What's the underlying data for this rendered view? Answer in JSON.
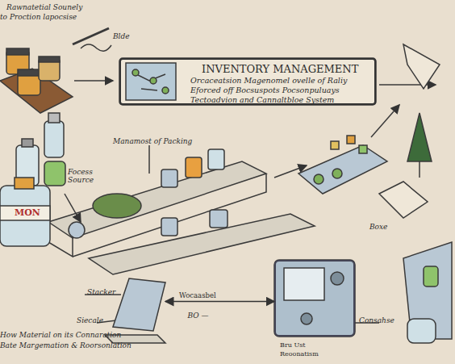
{
  "diagram": {
    "nodes": [
      {
        "text": [
          "INVENTORY MANAGEMENT",
          "Orcaceatsion Magenomel ovelle of Raliy Eforced off Bocsuspots Pocsonpuluays Tectoadvion and Cannaltbloe System"
        ]
      },
      {
        "text": [
          "Bru Ust Reoonatism"
        ]
      },
      {
        "text": [
          "Wocaasbel"
        ]
      }
    ],
    "edges": [
      {
        "from": 2,
        "to": 1,
        "label": "BO —",
        "arrow": "both"
      }
    ],
    "labels": [
      "Rawnatetial Sounely",
      "to Proction lapocsise",
      "Blde",
      "Manamost of Packing",
      "Focess Source",
      "Stacker",
      "Siecale",
      "Consahse",
      "How Material on its Connaration",
      "Bate Margemation & Roorsonlation",
      "MON",
      "Boxe"
    ]
  }
}
